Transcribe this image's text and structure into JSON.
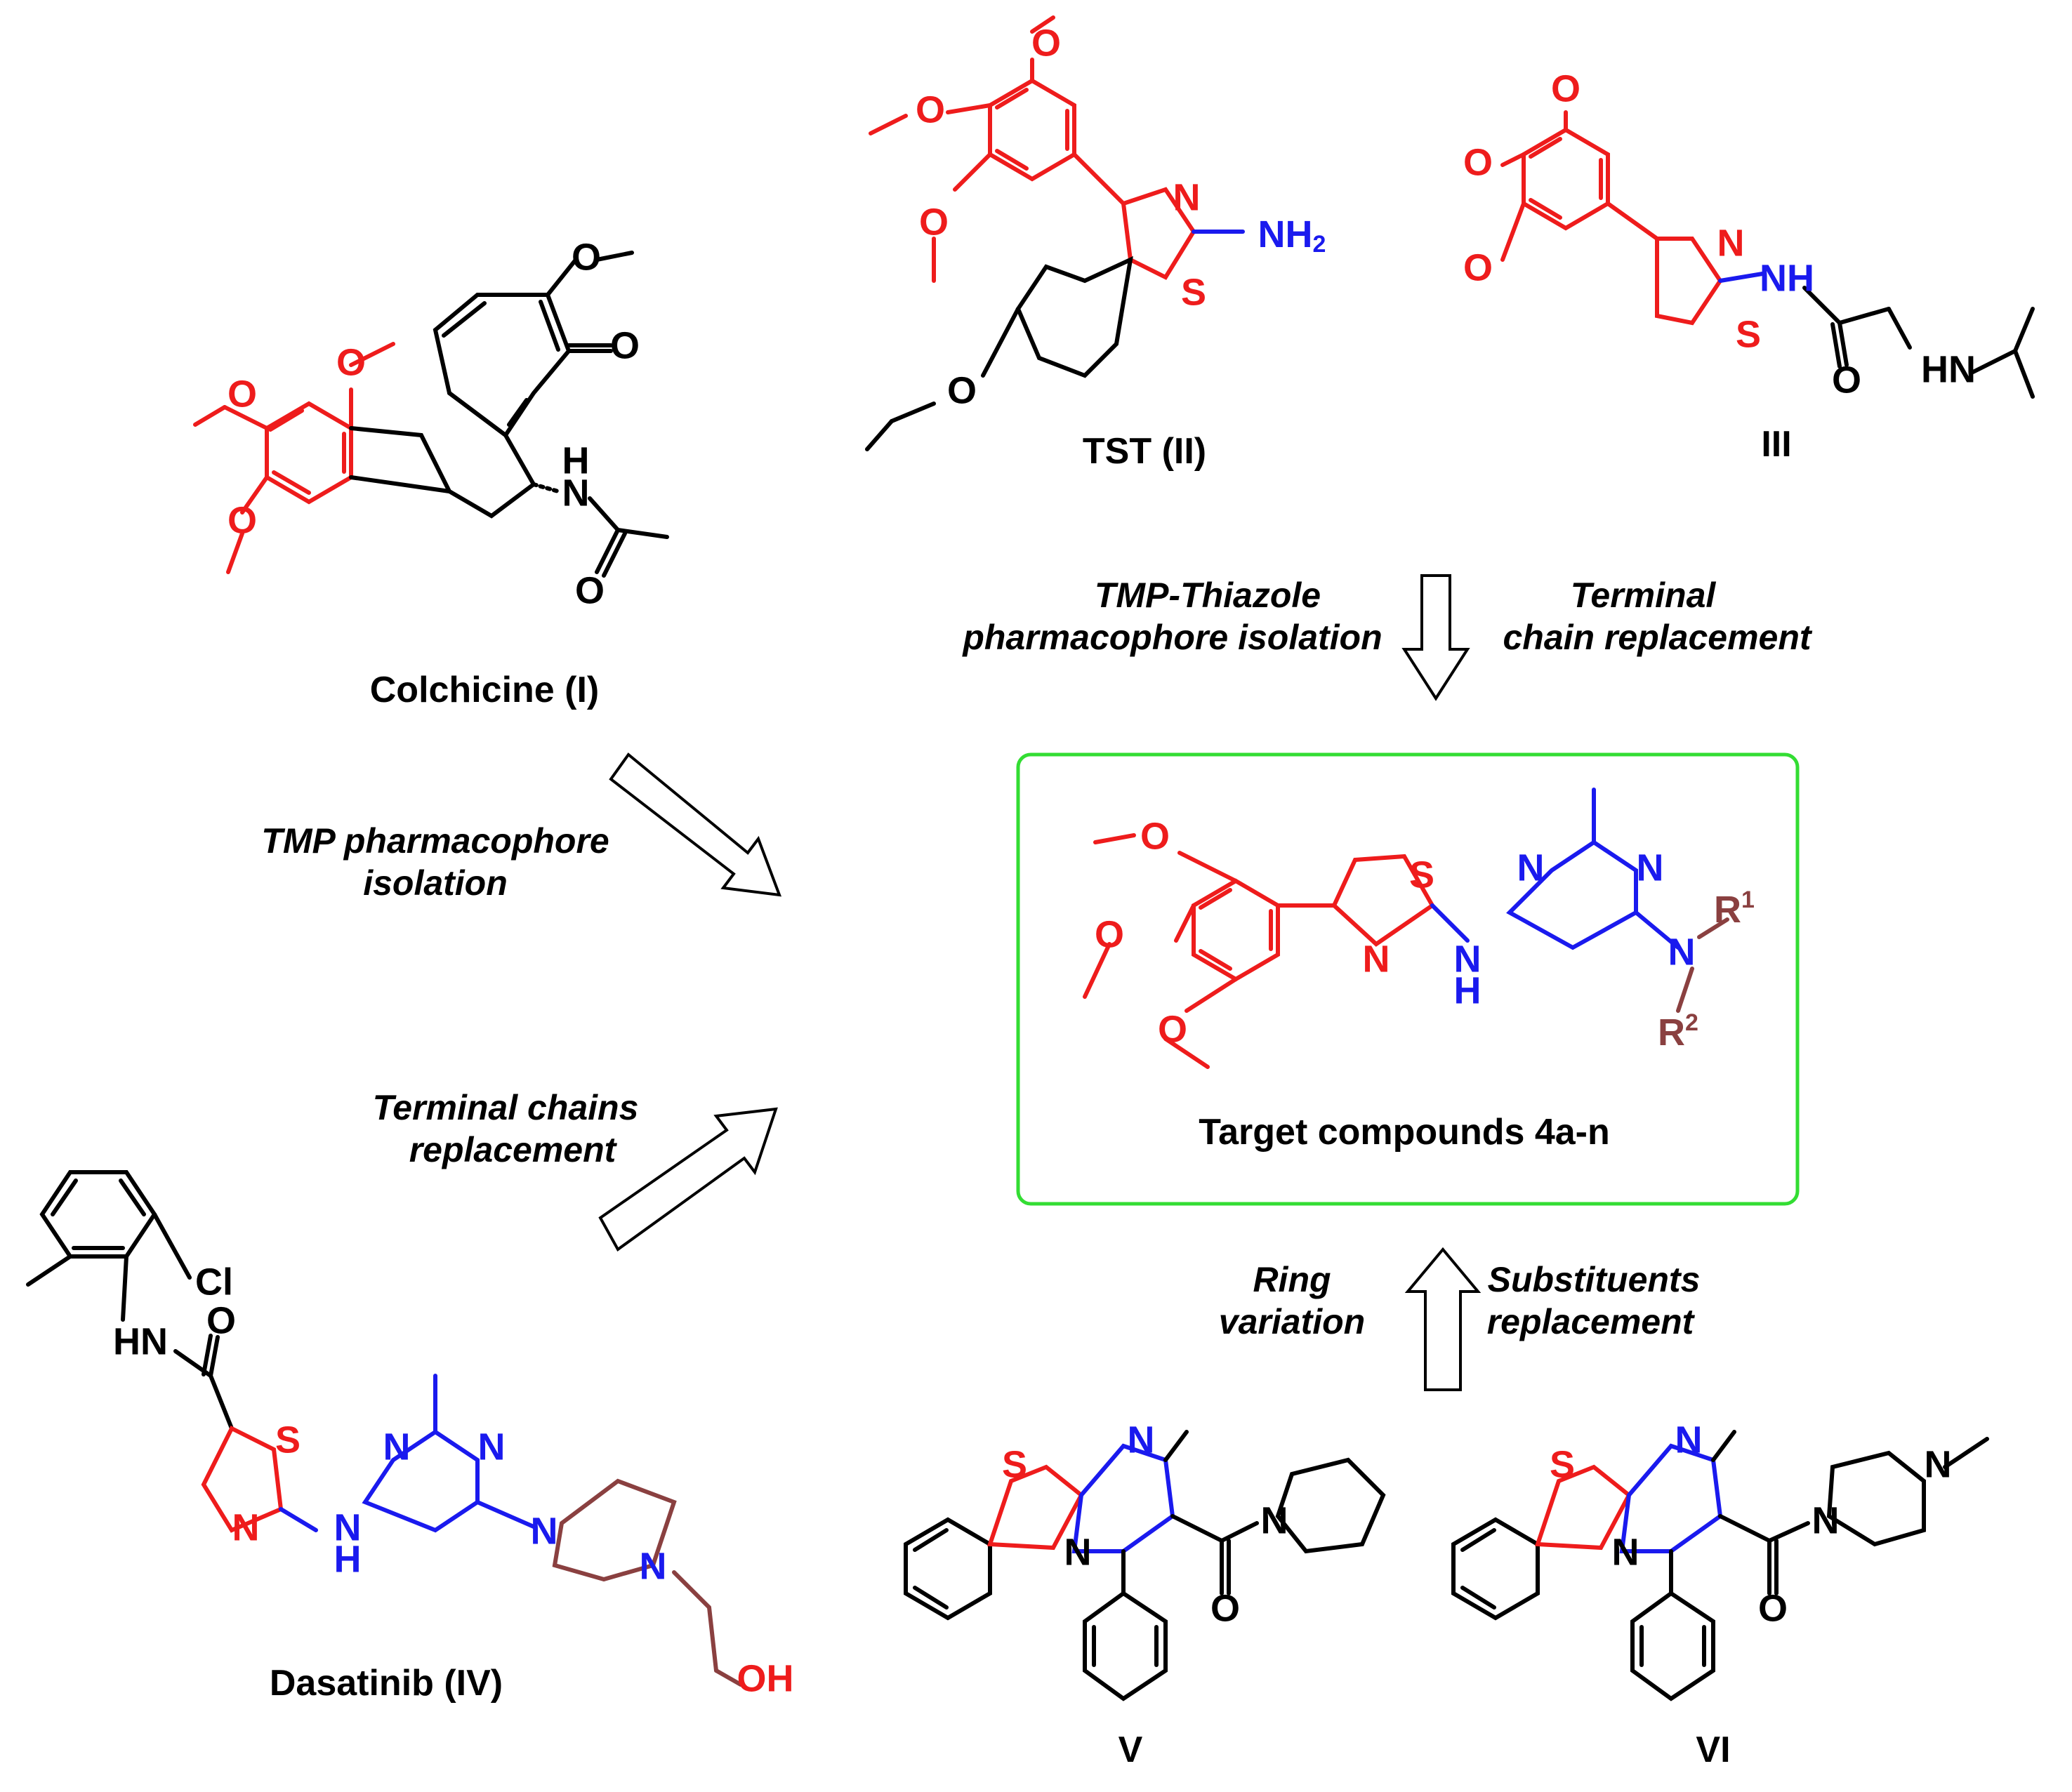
{
  "colors": {
    "tmp_red": "#ee1c1c",
    "pyrimidine_blue": "#1a1aee",
    "chain_brown": "#8a4040",
    "target_box_green": "#33dd33",
    "scaffold_black": "#000000"
  },
  "compounds": {
    "colchicine": {
      "caption": "Colchicine (I)"
    },
    "tst": {
      "caption": "TST (II)"
    },
    "iii": {
      "caption": "III"
    },
    "dasatinib": {
      "caption": "Dasatinib (IV)"
    },
    "v": {
      "caption": "V"
    },
    "vi": {
      "caption": "VI"
    },
    "target": {
      "caption": "Target compounds 4a-n"
    }
  },
  "atom_labels": {
    "O": "O",
    "N": "N",
    "S": "S",
    "H": "H",
    "NH": "NH",
    "HN": "HN",
    "NH2": "NH",
    "two": "2",
    "Cl": "Cl",
    "OH": "OH",
    "R1": "R",
    "R2": "R",
    "one": "1"
  },
  "arrows": {
    "top": {
      "left_line1": "TMP-Thiazole",
      "left_line2": "pharmacophore isolation",
      "right_line1": "Terminal",
      "right_line2": "chain replacement"
    },
    "colchicine": {
      "line1": "TMP pharmacophore",
      "line2": "isolation"
    },
    "dasatinib": {
      "line1": "Terminal chains",
      "line2": "replacement"
    },
    "bottom": {
      "left_line1": "Ring",
      "left_line2": "variation",
      "right_line1": "Substituents",
      "right_line2": "replacement"
    }
  }
}
